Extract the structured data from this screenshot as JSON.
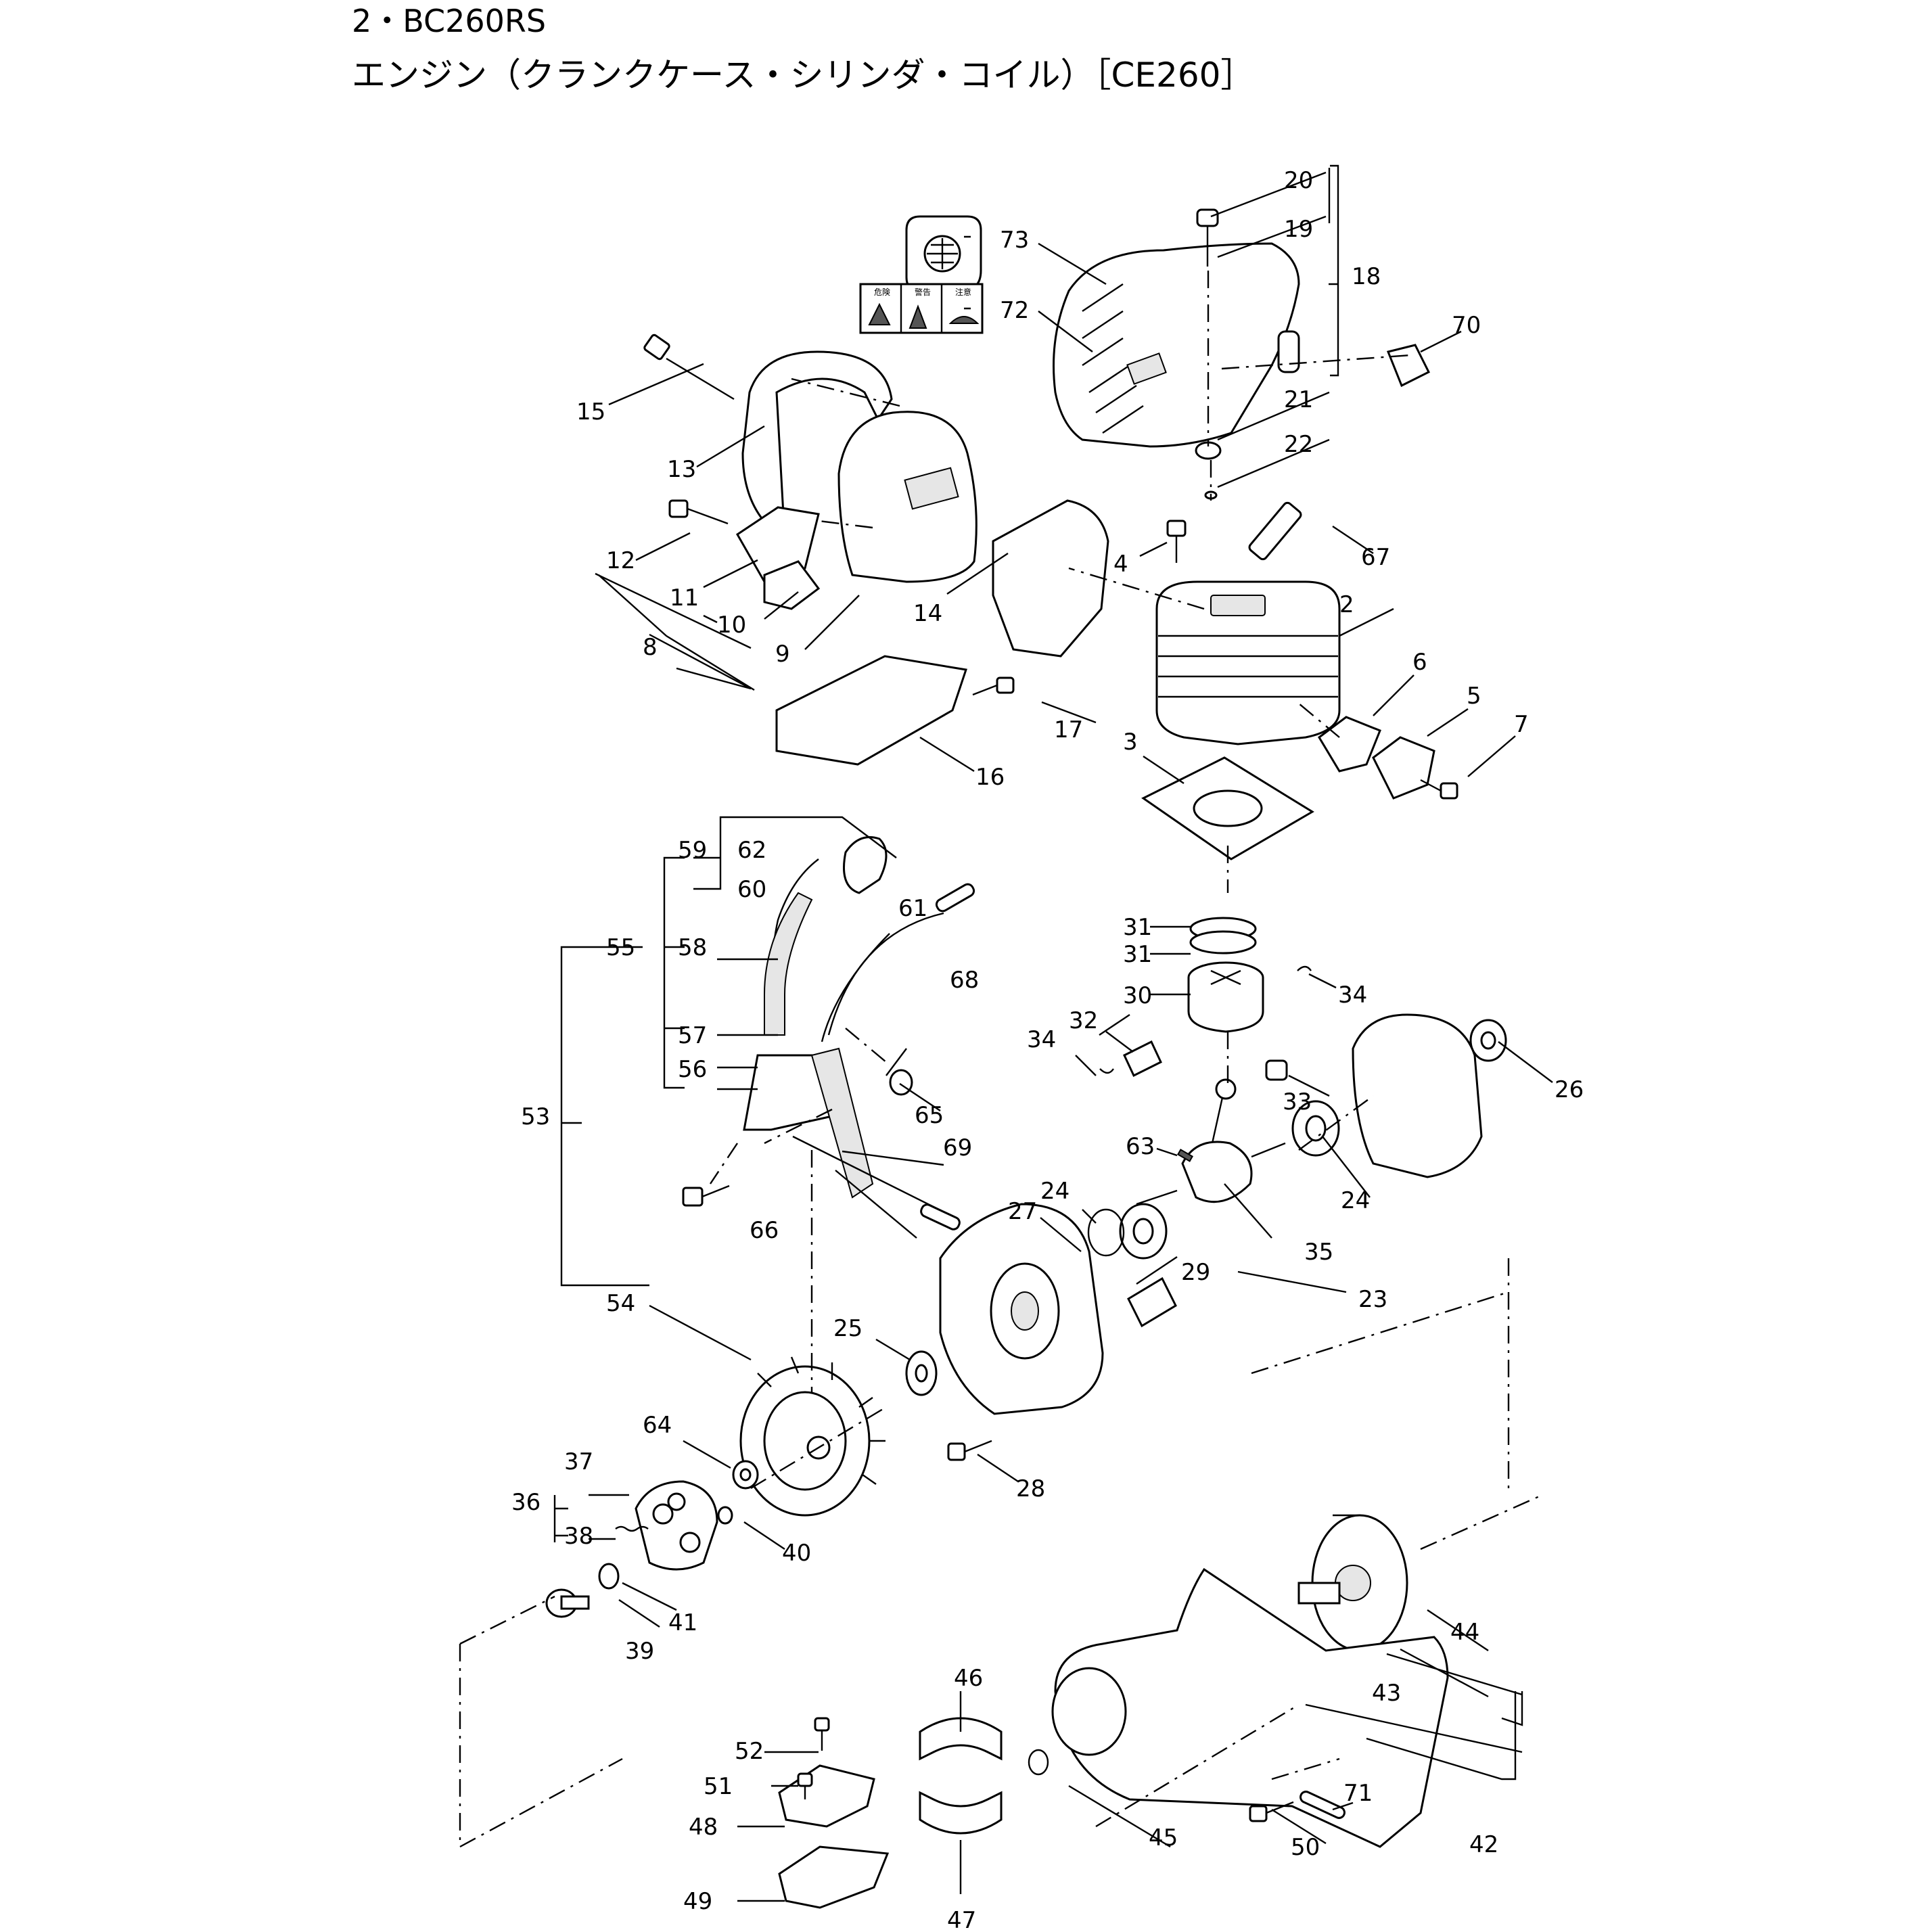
{
  "header": {
    "model_line": "2・BC260RS",
    "section_title": "エンジン（クランクケース・シリンダ・コイル）［CE260］"
  },
  "callouts": [
    "2",
    "3",
    "4",
    "5",
    "6",
    "7",
    "8",
    "9",
    "10",
    "11",
    "12",
    "13",
    "14",
    "15",
    "16",
    "17",
    "18",
    "19",
    "20",
    "21",
    "22",
    "23",
    "24",
    "24",
    "25",
    "26",
    "27",
    "28",
    "29",
    "30",
    "31",
    "31",
    "32",
    "33",
    "34",
    "34",
    "35",
    "36",
    "37",
    "38",
    "39",
    "40",
    "41",
    "42",
    "43",
    "44",
    "45",
    "46",
    "47",
    "48",
    "49",
    "50",
    "51",
    "52",
    "53",
    "54",
    "55",
    "56",
    "57",
    "58",
    "59",
    "60",
    "61",
    "62",
    "63",
    "64",
    "65",
    "66",
    "67",
    "68",
    "69",
    "70",
    "71",
    "72",
    "73"
  ],
  "label_texts": {
    "warning_sticker": [
      "危険",
      "警告",
      "注意"
    ]
  }
}
